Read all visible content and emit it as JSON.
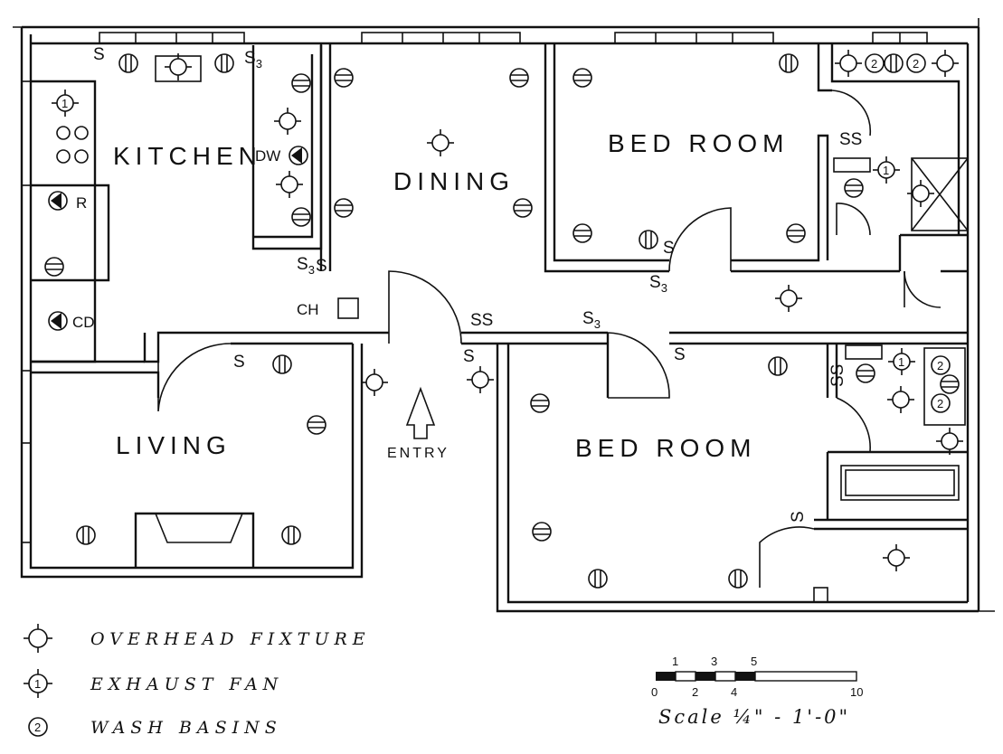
{
  "rooms": {
    "kitchen": "KITCHEN",
    "dining": "DINING",
    "bedroom_top": "BED ROOM",
    "living": "LIVING",
    "bedroom_bottom": "BED ROOM"
  },
  "labels": {
    "entry": "ENTRY",
    "dishwasher": "DW",
    "refrigerator": "R",
    "clothes_dryer": "CD",
    "chimney": "CH"
  },
  "switches": {
    "single": "S",
    "double": "SS",
    "three_way": "S",
    "three_way_sub": "3"
  },
  "fixture_numbers": {
    "exhaust": "1",
    "basin": "2"
  },
  "legend": {
    "overhead": "OVERHEAD FIXTURE",
    "exhaust": "EXHAUST FAN",
    "basins": "WASH BASINS"
  },
  "scale": {
    "upper_ticks": [
      "1",
      "3",
      "5"
    ],
    "lower_ticks": [
      "0",
      "2",
      "4",
      "10"
    ],
    "caption": "Scale  ¼\" - 1'-0\""
  }
}
